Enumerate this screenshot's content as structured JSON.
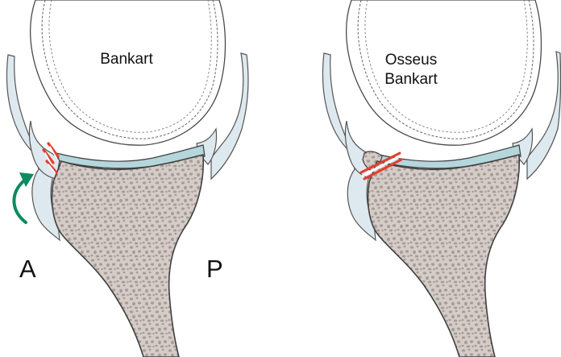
{
  "panels": [
    {
      "title_lines": [
        "Bankart"
      ],
      "lesion": "labral tear"
    },
    {
      "title_lines": [
        "Osseus",
        "Bankart"
      ],
      "lesion": "osseous fragment"
    }
  ],
  "labels": {
    "anterior": "A",
    "posterior": "P"
  },
  "colors": {
    "bone": "#d6ccc7",
    "bone_texture": "#9f9997",
    "cartilage": "#b5d6db",
    "labrum": "#dde9ee",
    "capsule": "#cfe0e8",
    "outline": "#3f3f3f",
    "tear": "#e53e2e",
    "arrow": "#0f8a5f"
  }
}
